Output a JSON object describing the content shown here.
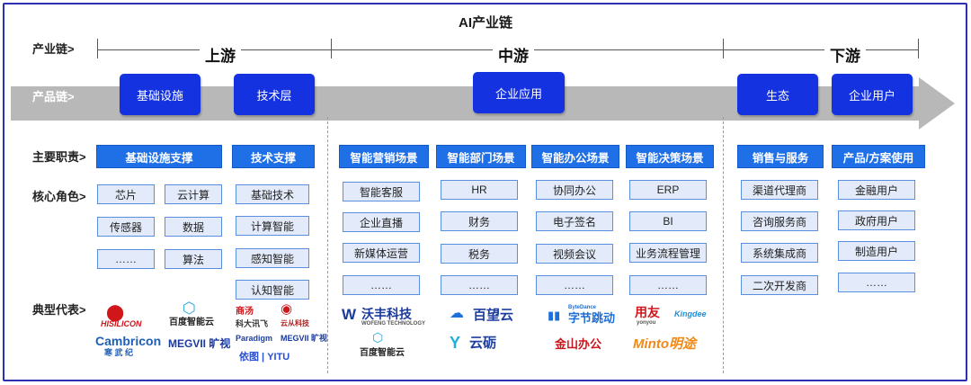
{
  "title": "AI产业链",
  "labels": {
    "industry_chain": "产业链>",
    "product_chain": "产品链>",
    "main_duties": "主要职责>",
    "core_roles": "核心角色>",
    "representatives": "典型代表>"
  },
  "stages": {
    "upstream": "上游",
    "midstream": "中游",
    "downstream": "下游"
  },
  "product_layers": {
    "infrastructure": "基础设施",
    "technology": "技术层",
    "enterprise_app": "企业应用",
    "ecosystem": "生态",
    "enterprise_user": "企业用户"
  },
  "duties": {
    "infra_support": "基础设施支撑",
    "tech_support": "技术支撑",
    "marketing": "智能营销场景",
    "department": "智能部门场景",
    "office": "智能办公场景",
    "decision": "智能决策场景",
    "sales": "销售与服务",
    "product_use": "产品/方案使用"
  },
  "roles": {
    "infra": [
      "芯片",
      "云计算",
      "传感器",
      "数据",
      "……",
      "算法"
    ],
    "tech": [
      "基础技术",
      "计算智能",
      "感知智能",
      "认知智能"
    ],
    "marketing": [
      "智能客服",
      "企业直播",
      "新媒体运营",
      "……"
    ],
    "department": [
      "HR",
      "财务",
      "税务",
      "……"
    ],
    "office": [
      "协同办公",
      "电子签名",
      "视频会议",
      "……"
    ],
    "decision": [
      "ERP",
      "BI",
      "业务流程管理",
      "……"
    ],
    "sales": [
      "渠道代理商",
      "咨询服务商",
      "系统集成商",
      "二次开发商"
    ],
    "product": [
      "金融用户",
      "政府用户",
      "制造用户",
      "……"
    ]
  },
  "logos": {
    "hisilicon": "HISILICON",
    "baidu_cloud": "百度智能云",
    "cambricon": "Cambricon",
    "cambricon_cn": "寒 武 纪",
    "megvii": "MEGVII 旷视",
    "shangtang": "商汤",
    "iflytek": "科大讯飞",
    "paradigm": "Paradigm",
    "yunzhisheng": "云从科技",
    "megvii2": "MEGVII 旷视",
    "yitu": "依图 | YITU",
    "wofeng": "沃丰科技",
    "wofeng_en": "WOFENG TECHNOLOGY",
    "baiwang": "百望云",
    "yunyan": "云砺",
    "bytedance_en": "ByteDance",
    "bytedance": "字节跳动",
    "kingsoft": "金山办公",
    "yonyou": "用友",
    "yonyou_en": "yonyou",
    "kingdee": "Kingdee",
    "mingtu": "Minto明途",
    "baidu_cloud2": "百度智能云"
  },
  "colors": {
    "layer_box": "#1432e0",
    "header": "#1f6fe6",
    "cell_bg": "#e3ebfa",
    "arrow": "#b8b8b8",
    "frame": "#2b2fb0"
  }
}
